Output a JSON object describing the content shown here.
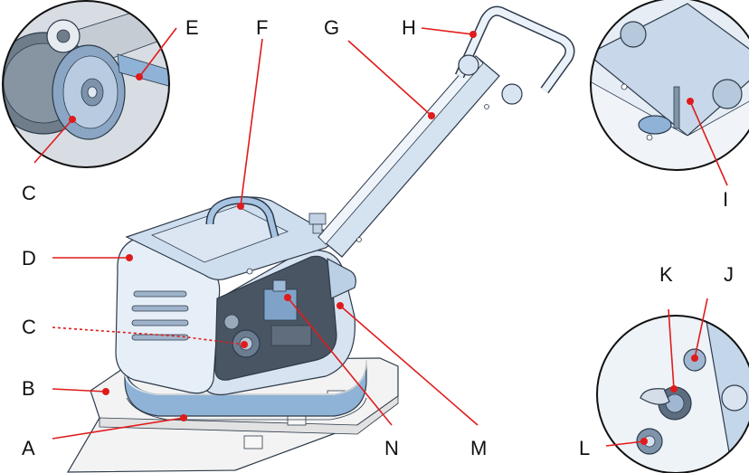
{
  "figure": {
    "subject": "plate compactor",
    "colors": {
      "leader": "#e01b1b",
      "body_fill": "#e3ecf6",
      "body_shade": "#c9d8ea",
      "band": "#8fb3d6",
      "plate": "#f2f2f2",
      "outline": "#2d3a4a",
      "inset_bg": "#dfe5ec"
    }
  },
  "labels": {
    "A": "A",
    "B": "B",
    "C_inset": "C",
    "C_main": "C",
    "D": "D",
    "E": "E",
    "F": "F",
    "G": "G",
    "H": "H",
    "I": "I",
    "J": "J",
    "K": "K",
    "L": "L",
    "M": "M",
    "N": "N"
  }
}
